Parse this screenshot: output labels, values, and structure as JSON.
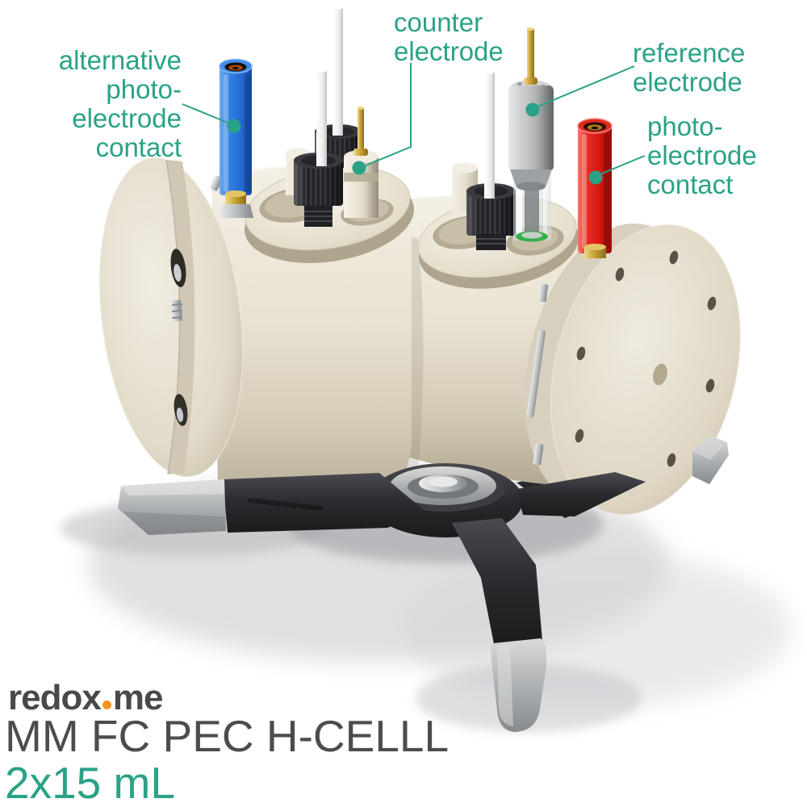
{
  "annotations": {
    "color": "#2aa287",
    "labels": [
      {
        "text": "alternative\nphoto-\nelectrode\ncontact"
      },
      {
        "text": "counter\nelectrode"
      },
      {
        "text": "reference\nelectrode"
      },
      {
        "text": "photo-\nelectrode\ncontact"
      }
    ]
  },
  "branding": {
    "logo_prefix": "redox",
    "logo_suffix": "me",
    "dot_color": "#f7941e",
    "text_color": "#48494b"
  },
  "product": {
    "model": "MM FC PEC H-CELLL",
    "size": "2x15 mL"
  },
  "device": {
    "cell_body_color": "#e9e2d1",
    "stand_color": "#2b2b2f",
    "stand_tip_color": "#aaadaf",
    "blue_connector_color": "#2f7ee0",
    "red_connector_color": "#df1f19",
    "reference_electrode_color": "#bcc0c2",
    "gold_pin_color": "#c9a335",
    "o_ring_color": "#35b14a"
  }
}
